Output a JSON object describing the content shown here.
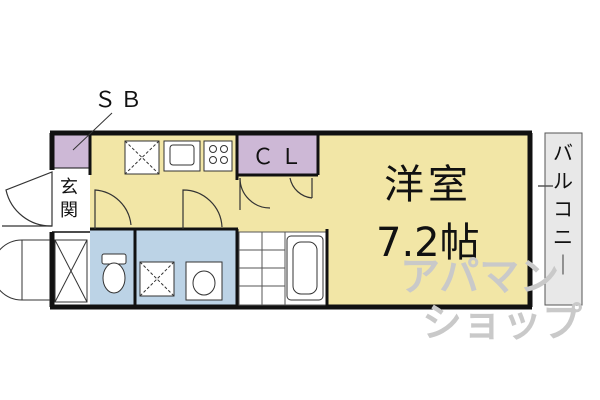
{
  "labels": {
    "sb": "ＳＢ",
    "genkan": "玄関",
    "cl": "ＣＬ",
    "room_name": "洋室",
    "room_size": "7.2帖",
    "balcony": "バルコニー"
  },
  "watermark": {
    "line1": "アパマン",
    "line2": "ショップ"
  },
  "colors": {
    "wall": "#111111",
    "room_fill": "#f2e6a6",
    "kitchen_fill": "#f2e6a6",
    "closet_fill": "#cdb8d6",
    "wet_fill": "#bcd3e6",
    "balcony_fill": "#e8e8e8"
  }
}
